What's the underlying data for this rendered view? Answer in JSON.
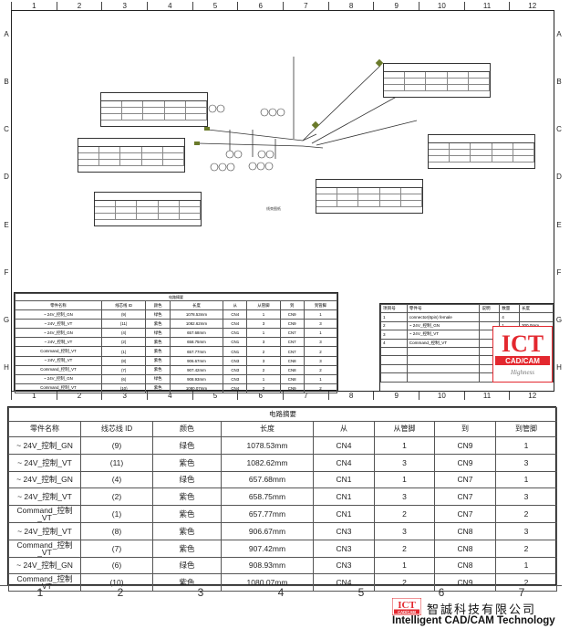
{
  "sheet": {
    "col_numbers": [
      "1",
      "2",
      "3",
      "4",
      "5",
      "6",
      "7",
      "8",
      "9",
      "10",
      "11",
      "12"
    ],
    "row_letters": [
      "A",
      "B",
      "C",
      "D",
      "E",
      "F",
      "G",
      "H"
    ],
    "bom": {
      "title": "电路摘要",
      "headers": [
        "零件名称",
        "线芯线 ID",
        "颜色",
        "长度",
        "从",
        "从管脚",
        "到",
        "到管脚"
      ],
      "rows": [
        [
          "~ 24V_控制_GN",
          "(9)",
          "绿色",
          "1078.53mm",
          "CN4",
          "1",
          "CN9",
          "1"
        ],
        [
          "~ 24V_控制_VT",
          "(11)",
          "紫色",
          "1082.62mm",
          "CN4",
          "3",
          "CN9",
          "3"
        ],
        [
          "~ 24V_控制_GN",
          "(4)",
          "绿色",
          "657.68mm",
          "CN1",
          "1",
          "CN7",
          "1"
        ],
        [
          "~ 24V_控制_VT",
          "(2)",
          "紫色",
          "658.75mm",
          "CN1",
          "3",
          "CN7",
          "3"
        ],
        [
          "Command_控制_VT",
          "(1)",
          "紫色",
          "657.77mm",
          "CN1",
          "2",
          "CN7",
          "2"
        ],
        [
          "~ 24V_控制_VT",
          "(8)",
          "紫色",
          "906.67mm",
          "CN3",
          "3",
          "CN8",
          "3"
        ],
        [
          "Command_控制_VT",
          "(7)",
          "紫色",
          "907.42mm",
          "CN3",
          "2",
          "CN8",
          "2"
        ],
        [
          "~ 24V_控制_GN",
          "(6)",
          "绿色",
          "908.93mm",
          "CN3",
          "1",
          "CN8",
          "1"
        ],
        [
          "Command_控制_VT",
          "(10)",
          "紫色",
          "1080.07mm",
          "CN4",
          "2",
          "CN9",
          "2"
        ]
      ]
    },
    "title_block": {
      "headers": [
        "项目号",
        "零件号",
        "说明",
        "数量",
        "长度"
      ],
      "rows": [
        [
          "1",
          "connector(6pin) female",
          "",
          "4",
          ""
        ],
        [
          "2",
          "~ 24V_控制_GN",
          "",
          "1",
          "300.0mm"
        ],
        [
          "3",
          "~ 24V_控制_VT",
          "",
          "1",
          "300.0mm"
        ],
        [
          "4",
          "Command_控制_VT",
          "",
          "1",
          "300.0mm"
        ]
      ]
    },
    "center_label": "线束图纸"
  },
  "zoom": {
    "title": "电路摘要",
    "headers": [
      "零件名称",
      "线芯线 ID",
      "颜色",
      "长度",
      "从",
      "从管脚",
      "到",
      "到管脚"
    ],
    "rows": [
      [
        "~ 24V_控制_GN",
        "(9)",
        "绿色",
        "1078.53mm",
        "CN4",
        "1",
        "CN9",
        "1"
      ],
      [
        "~ 24V_控制_VT",
        "(11)",
        "紫色",
        "1082.62mm",
        "CN4",
        "3",
        "CN9",
        "3"
      ],
      [
        "~ 24V_控制_GN",
        "(4)",
        "绿色",
        "657.68mm",
        "CN1",
        "1",
        "CN7",
        "1"
      ],
      [
        "~ 24V_控制_VT",
        "(2)",
        "紫色",
        "658.75mm",
        "CN1",
        "3",
        "CN7",
        "3"
      ],
      [
        "Command_控制_VT",
        "(1)",
        "紫色",
        "657.77mm",
        "CN1",
        "2",
        "CN7",
        "2"
      ],
      [
        "~ 24V_控制_VT",
        "(8)",
        "紫色",
        "906.67mm",
        "CN3",
        "3",
        "CN8",
        "3"
      ],
      [
        "Command_控制_VT",
        "(7)",
        "紫色",
        "907.42mm",
        "CN3",
        "2",
        "CN8",
        "2"
      ],
      [
        "~ 24V_控制_GN",
        "(6)",
        "绿色",
        "908.93mm",
        "CN3",
        "1",
        "CN8",
        "1"
      ],
      [
        "Command_控制_VT",
        "(10)",
        "紫色",
        "1080.07mm",
        "CN4",
        "2",
        "CN9",
        "2"
      ]
    ],
    "col_numbers": [
      "1",
      "2",
      "3",
      "4",
      "5",
      "6",
      "7"
    ]
  },
  "brand": {
    "logo_text": "ICT",
    "logo_sub": "CAD/CAM",
    "logo_slogan": "Highness",
    "cn_name": "智誠科技有限公司",
    "en_name": "Intelligent CAD/CAM Technology"
  },
  "colors": {
    "logo_red": "#e3282f",
    "line": "#222222"
  }
}
